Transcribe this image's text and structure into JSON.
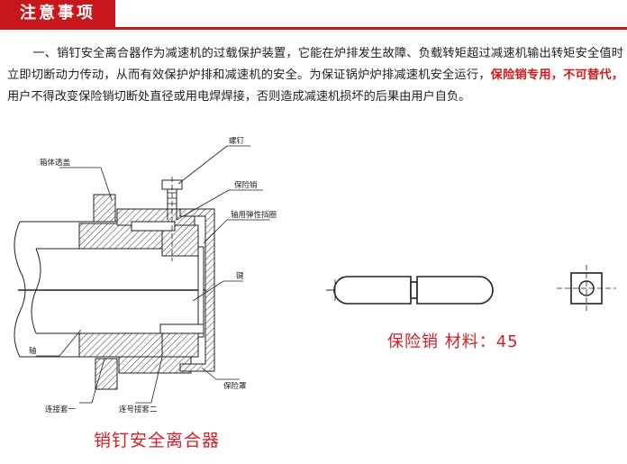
{
  "header": {
    "title": "注意事项"
  },
  "notice": {
    "part1": "一、销钉安全离合器作为减速机的过载保护装置，它能在炉排发生故障、负载转矩超过减速机输出转矩安全值时立即切断动力传动，从而有效保护炉排和减速机的安全。为保证锅炉炉排减速机安全运行，",
    "highlight": "保险销专用，不可替代，",
    "part2": "用户不得改变保险销切断处直径或用电焊焊接，否则造成减速机损坏的后果由用户自负。"
  },
  "diagram": {
    "labels": {
      "housing_cover": "箱体透盖",
      "screw": "螺钉",
      "safety_pin": "保险销",
      "shaft_ring": "轴用弹性挡圈",
      "key": "键",
      "shaft": "轴",
      "sleeve_one": "连接套一",
      "sleeve_two": "连号接套二",
      "safety_cover": "保险罩"
    },
    "caption": "销钉安全离合器"
  },
  "pin_drawing": {
    "caption": "保险销  材料：45"
  },
  "colors": {
    "accent": "#c8161d",
    "caption": "#d0202a",
    "text": "#222222"
  }
}
